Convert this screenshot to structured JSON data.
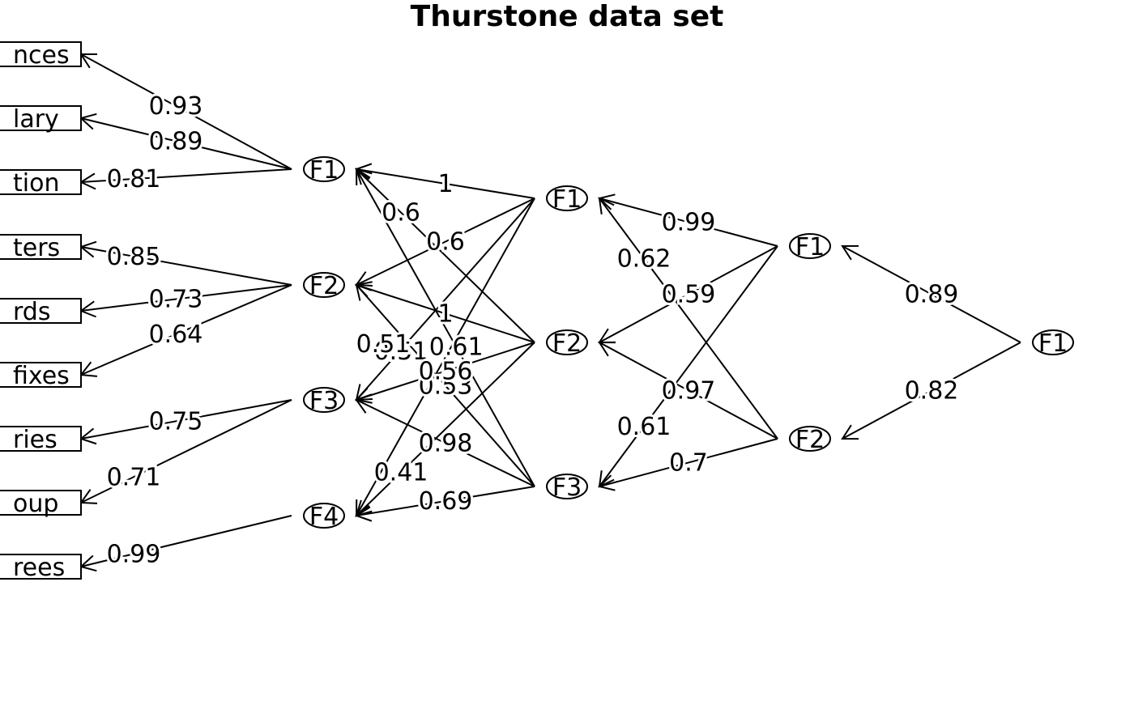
{
  "title": "Thurstone data set",
  "observed": [
    {
      "id": "v1",
      "label": "Sentences"
    },
    {
      "id": "v2",
      "label": "Vocabulary"
    },
    {
      "id": "v3",
      "label": "Sent.Completion"
    },
    {
      "id": "v4",
      "label": "First.Letters"
    },
    {
      "id": "v5",
      "label": "Four.Letter.Words"
    },
    {
      "id": "v6",
      "label": "Suffixes"
    },
    {
      "id": "v7",
      "label": "Letter.Series"
    },
    {
      "id": "v8",
      "label": "Pedigrees.Group"
    },
    {
      "id": "v9",
      "label": "Letter.Group.Pedigrees"
    }
  ],
  "observed_visible_text": [
    "nces",
    "lary",
    "tion",
    "ters",
    "rds",
    "fixes",
    "ries",
    "oup",
    "rees"
  ],
  "level1": [
    {
      "id": "a1",
      "label": "F1"
    },
    {
      "id": "a2",
      "label": "F2"
    },
    {
      "id": "a3",
      "label": "F3"
    },
    {
      "id": "a4",
      "label": "F4"
    }
  ],
  "level2": [
    {
      "id": "b1",
      "label": "F1"
    },
    {
      "id": "b2",
      "label": "F2"
    },
    {
      "id": "b3",
      "label": "F3"
    }
  ],
  "level3": [
    {
      "id": "c1",
      "label": "F1"
    },
    {
      "id": "c2",
      "label": "F2"
    }
  ],
  "level4": [
    {
      "id": "d1",
      "label": "F1"
    }
  ],
  "edges": [
    {
      "from": "a1",
      "to": "v1",
      "value": "0.93"
    },
    {
      "from": "a1",
      "to": "v2",
      "value": "0.89"
    },
    {
      "from": "a1",
      "to": "v3",
      "value": "0.81"
    },
    {
      "from": "a2",
      "to": "v4",
      "value": "0.85"
    },
    {
      "from": "a2",
      "to": "v5",
      "value": "0.73"
    },
    {
      "from": "a2",
      "to": "v6",
      "value": "0.64"
    },
    {
      "from": "a3",
      "to": "v7",
      "value": "0.75"
    },
    {
      "from": "a3",
      "to": "v8",
      "value": "0.71"
    },
    {
      "from": "a4",
      "to": "v9",
      "value": "0.99"
    },
    {
      "from": "b1",
      "to": "a1",
      "value": "1"
    },
    {
      "from": "b2",
      "to": "a1",
      "value": "0.6"
    },
    {
      "from": "b1",
      "to": "a2",
      "value": "0.6"
    },
    {
      "from": "b2",
      "to": "a2",
      "value": "1"
    },
    {
      "from": "b3",
      "to": "a2",
      "value": "0.53"
    },
    {
      "from": "b1",
      "to": "a3",
      "value": "0.51"
    },
    {
      "from": "b1",
      "to": "a4",
      "value": "0.51"
    },
    {
      "from": "b3",
      "to": "a1",
      "value": "0.61"
    },
    {
      "from": "b2",
      "to": "a3",
      "value": "0.56"
    },
    {
      "from": "b3",
      "to": "a3",
      "value": "0.98"
    },
    {
      "from": "b2",
      "to": "a4",
      "value": "0.41"
    },
    {
      "from": "b3",
      "to": "a4",
      "value": "0.69"
    },
    {
      "from": "c1",
      "to": "b1",
      "value": "0.99"
    },
    {
      "from": "c2",
      "to": "b1",
      "value": "0.62"
    },
    {
      "from": "c1",
      "to": "b2",
      "value": "0.59"
    },
    {
      "from": "c2",
      "to": "b2",
      "value": "0.97"
    },
    {
      "from": "c1",
      "to": "b3",
      "value": "0.61"
    },
    {
      "from": "c2",
      "to": "b3",
      "value": "0.7"
    },
    {
      "from": "d1",
      "to": "c1",
      "value": "0.89"
    },
    {
      "from": "d1",
      "to": "c2",
      "value": "0.82"
    }
  ]
}
